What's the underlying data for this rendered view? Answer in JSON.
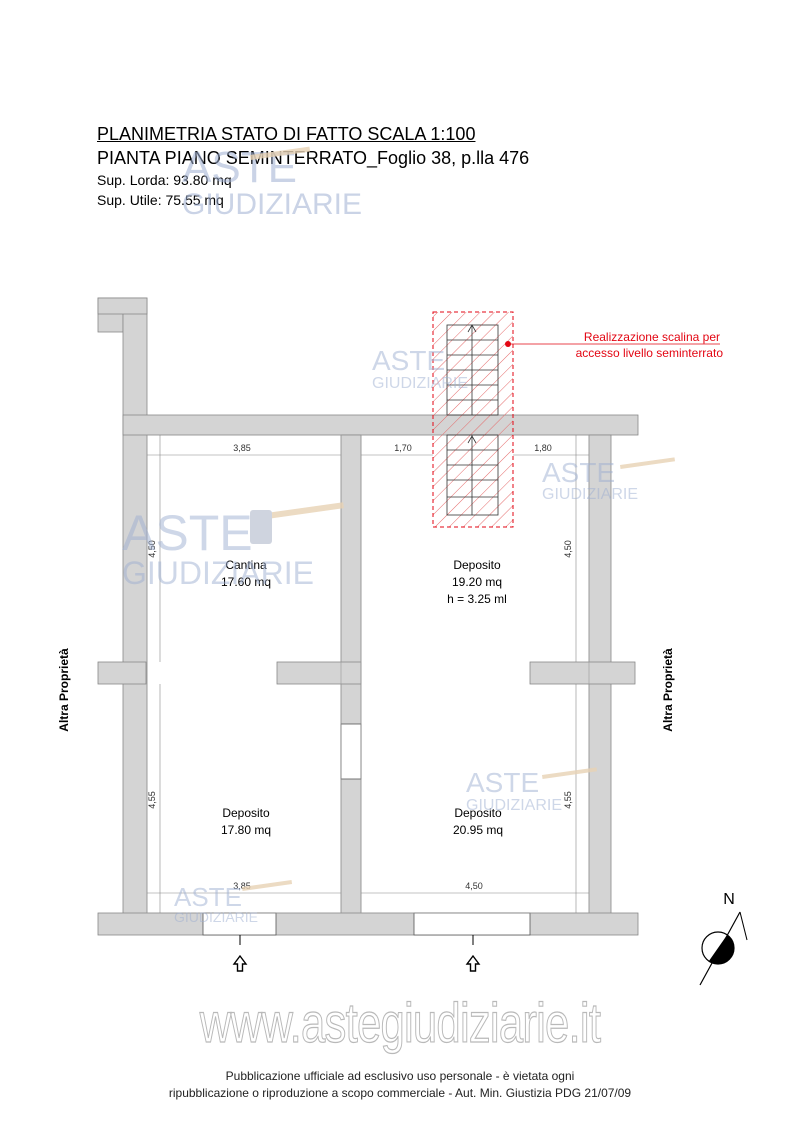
{
  "header": {
    "title_line1": "PLANIMETRIA STATO DI FATTO SCALA 1:100",
    "title_line2": "PIANTA PIANO SEMINTERRATO_Foglio 38, p.lla 476",
    "sup_lorda": "Sup. Lorda: 93.80 mq",
    "sup_utile": "Sup. Utile: 75.55 mq"
  },
  "annotation": {
    "line1": "Realizzazione scalina per",
    "line2": "accesso livello seminterrato",
    "color": "#e30613"
  },
  "neighbors": {
    "left": "Altra Proprietà",
    "right": "Altra Proprietà"
  },
  "rooms": [
    {
      "name": "Cantina",
      "area": "17.60 mq",
      "extra": ""
    },
    {
      "name": "Deposito",
      "area": "19.20 mq",
      "extra": "h = 3.25 ml"
    },
    {
      "name": "Deposito",
      "area": "17.80 mq",
      "extra": ""
    },
    {
      "name": "Deposito",
      "area": "20.95 mq",
      "extra": ""
    }
  ],
  "dimensions": {
    "top_left": "3,85",
    "top_mid": "1,70",
    "top_right": "1,80",
    "bottom_left": "3,85",
    "bottom_right": "4,50",
    "left_upper": "4,50",
    "left_lower": "4,55",
    "right_upper": "4,50",
    "right_lower": "4,55"
  },
  "compass": {
    "label": "N"
  },
  "watermark": {
    "brand_top": "ASTE",
    "brand_bottom": "GIUDIZIARIE",
    "website": "www.astegiudiziarie.it"
  },
  "footer": {
    "line1": "Pubblicazione ufficiale ad esclusivo uso personale - è vietata ogni",
    "line2": "ripubblicazione o riproduzione a scopo commerciale - Aut. Min. Giustizia PDG 21/07/09"
  },
  "colors": {
    "wall": "#d4d4d4",
    "wall_stroke": "#888888",
    "watermark": "#9fb0d2"
  }
}
